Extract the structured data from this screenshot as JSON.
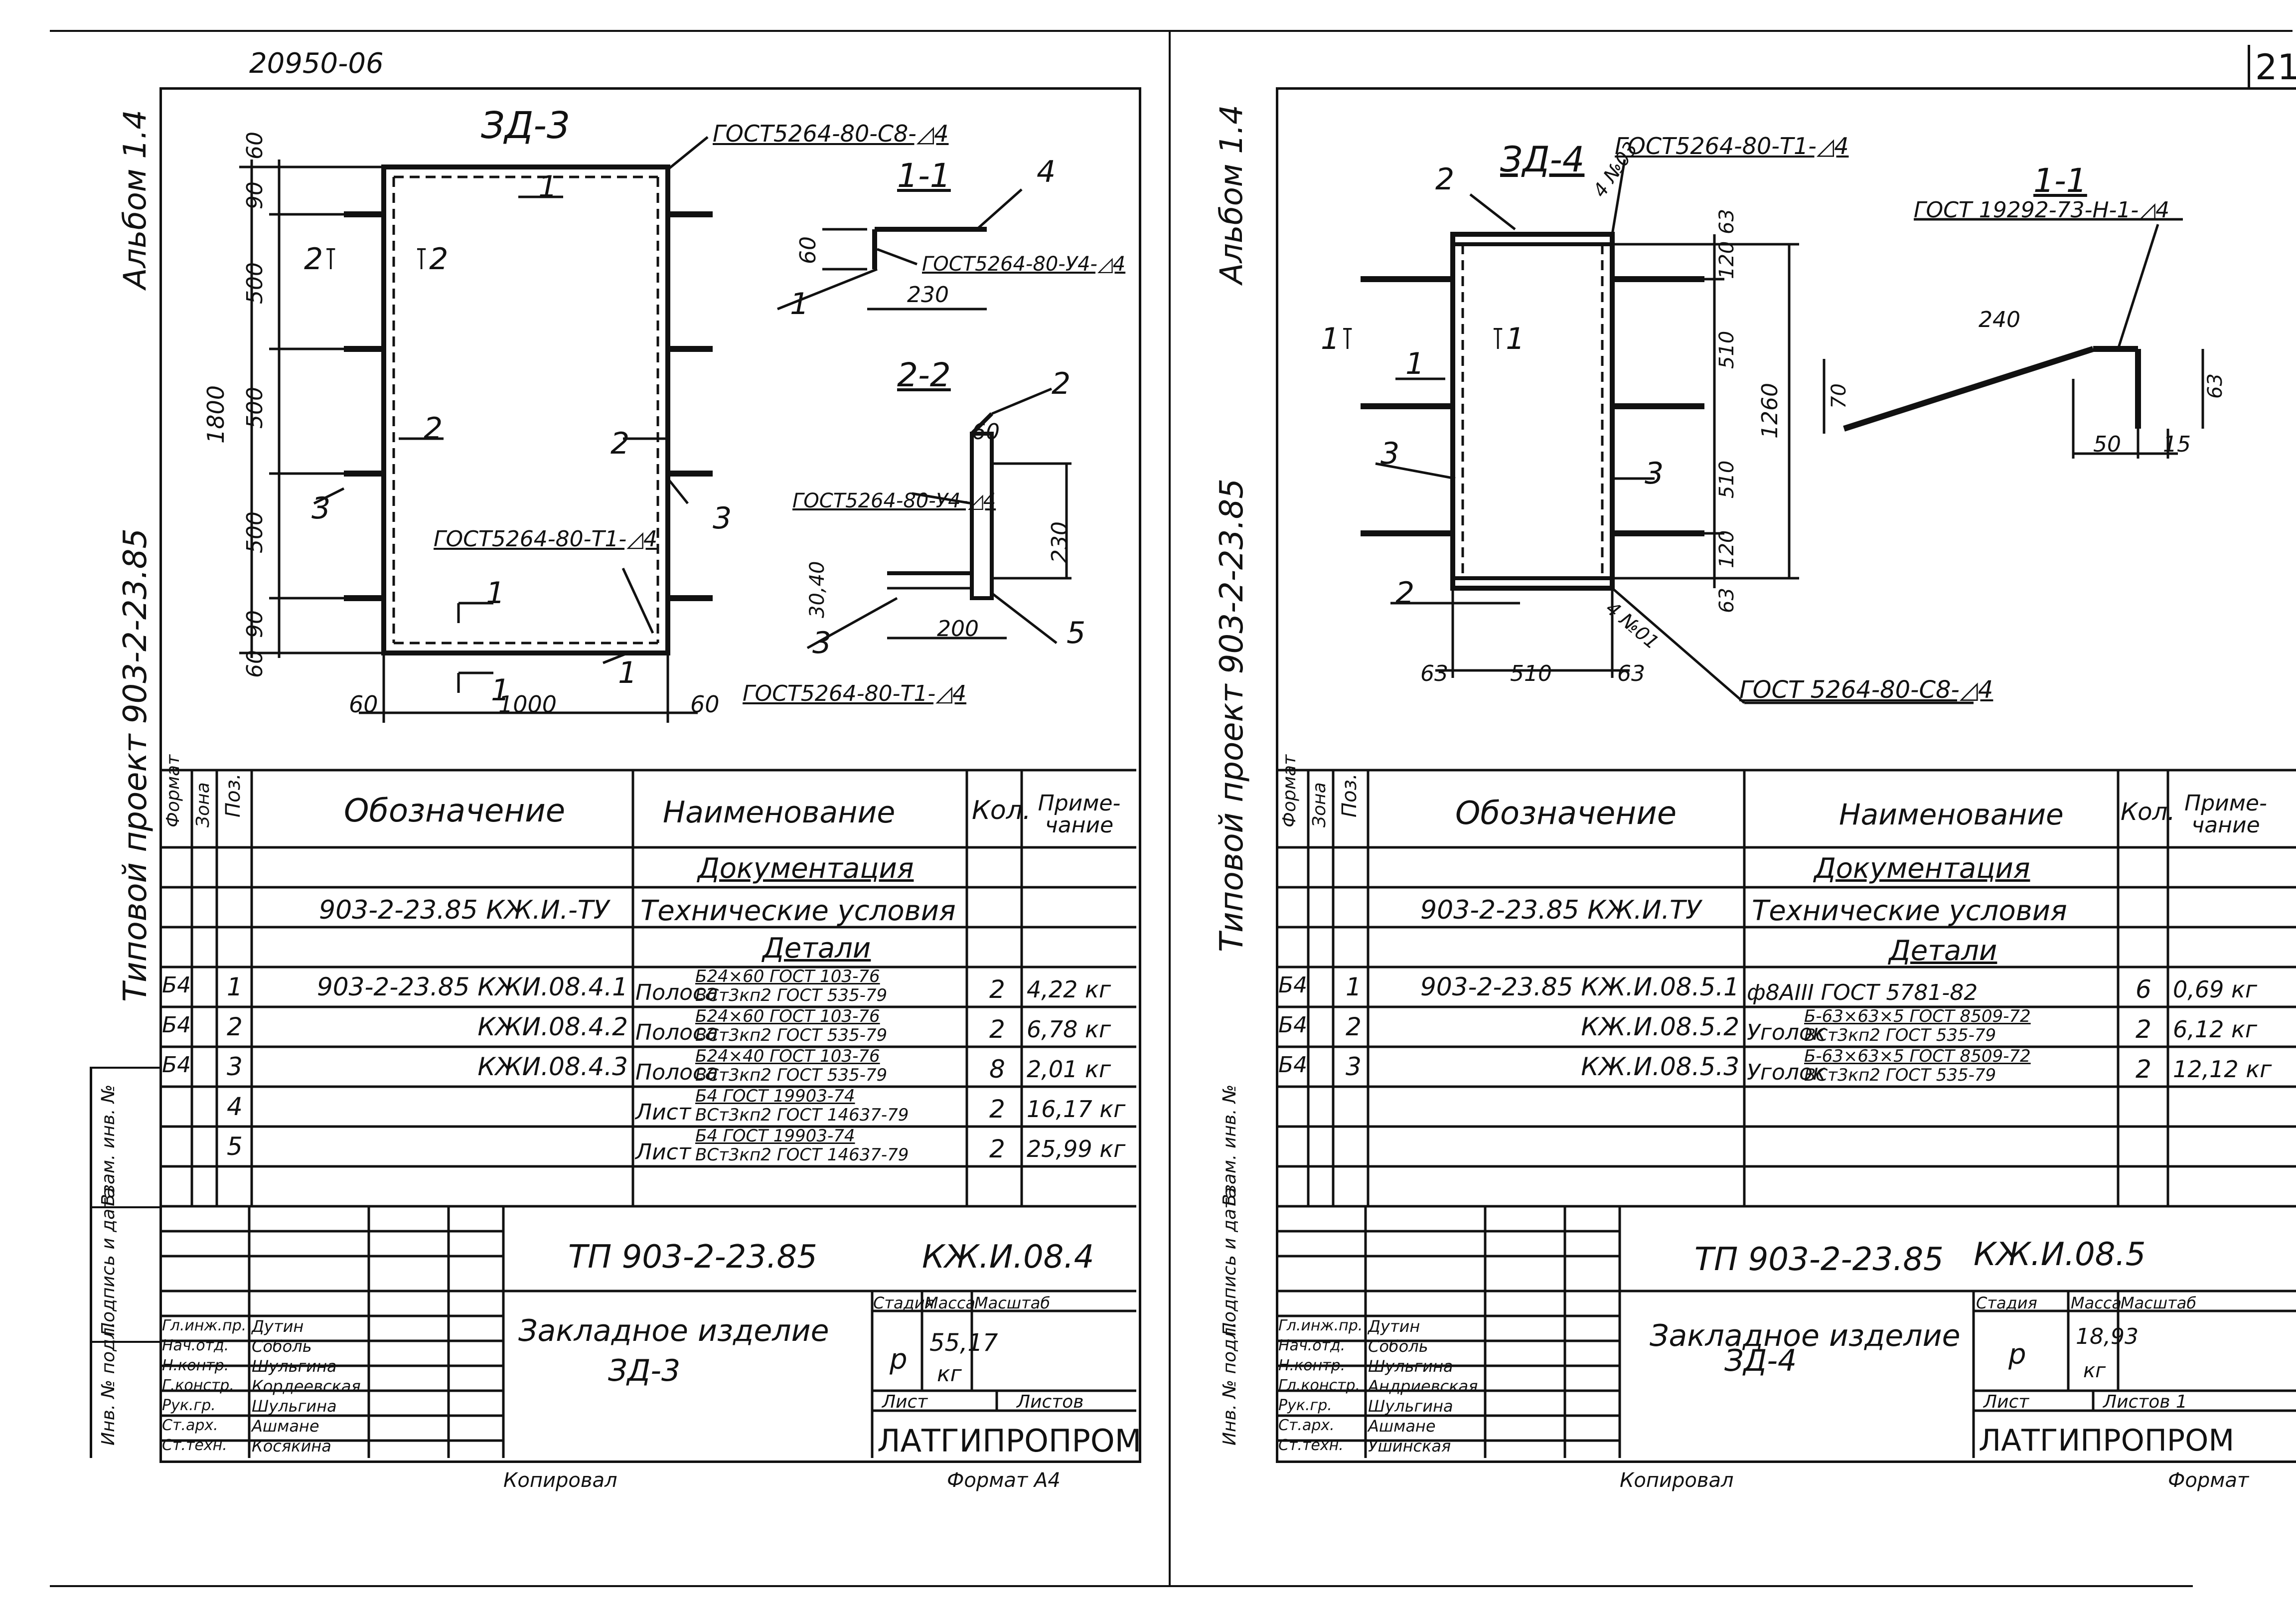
{
  "doc_number": "20950-06",
  "page_number": "21",
  "left": {
    "margin_album": "Альбом 1.4",
    "margin_project": "Типовой проект 903-2-23.85",
    "margin_inv": "Инв. № подл.",
    "margin_sign": "Подпись и дата",
    "margin_vzam": "Взам. инв. №",
    "drawing": {
      "title": "ЗД-3",
      "gost_top": "ГОСТ5264-80-С8-◿4",
      "gost_mid": "ГОСТ5264-80-Т1-◿4",
      "gost_11": "ГОСТ5264-80-У4-◿4",
      "gost_22": "ГОСТ5264-80-У4-◿4",
      "gost_22b": "ГОСТ5264-80-Т1-◿4",
      "sec11": "1-1",
      "sec22": "2-2",
      "mark_2": "2",
      "mark_1": "1",
      "dims_v": [
        "60",
        "90",
        "500",
        "500",
        "500",
        "90",
        "60"
      ],
      "dim_total": "1800",
      "dims_h": [
        "60",
        "1000",
        "60"
      ],
      "d11_60": "60",
      "d11_230": "230",
      "d22_60": "60",
      "d22_3040": "30,40",
      "d22_230": "230",
      "d22_200": "200",
      "pos": [
        "1",
        "2",
        "3",
        "4",
        "5"
      ]
    },
    "table": {
      "headers": [
        "Формат",
        "Зона",
        "Поз.",
        "Обозначение",
        "Наименование",
        "Кол.",
        "Приме-чание"
      ],
      "section_doc": "Документация",
      "doc_row": {
        "designation": "903-2-23.85 КЖ.И.-ТУ",
        "name": "Технические условия"
      },
      "section_parts": "Детали",
      "rows": [
        {
          "format": "Б4",
          "pos": "1",
          "designation": "903-2-23.85 КЖИ.08.4.1",
          "name": "Полоса",
          "spec_top": "Б24×60 ГОСТ 103-76",
          "spec_bot": "ВСт3кп2 ГОСТ 535-79",
          "qty": "2",
          "note": "4,22 кг"
        },
        {
          "format": "Б4",
          "pos": "2",
          "designation": "КЖИ.08.4.2",
          "name": "Полоса",
          "spec_top": "Б24×60 ГОСТ 103-76",
          "spec_bot": "ВСт3кп2 ГОСТ 535-79",
          "qty": "2",
          "note": "6,78 кг"
        },
        {
          "format": "Б4",
          "pos": "3",
          "designation": "КЖИ.08.4.3",
          "name": "Полоса",
          "spec_top": "Б24×40 ГОСТ 103-76",
          "spec_bot": "ВСт3кп2 ГОСТ 535-79",
          "qty": "8",
          "note": "2,01 кг"
        },
        {
          "format": "",
          "pos": "4",
          "designation": "",
          "name": "Лист",
          "spec_top": "Б4 ГОСТ 19903-74",
          "spec_bot": "ВСт3кп2 ГОСТ 14637-79",
          "qty": "2",
          "note": "16,17 кг"
        },
        {
          "format": "",
          "pos": "5",
          "designation": "",
          "name": "Лист",
          "spec_top": "Б4 ГОСТ 19903-74",
          "spec_bot": "ВСт3кп2 ГОСТ 14637-79",
          "qty": "2",
          "note": "25,99 кг"
        }
      ]
    },
    "stamp": {
      "code": "ТП 903-2-23.85",
      "mark": "КЖ.И.08.4",
      "title1": "Закладное изделие",
      "title2": "ЗД-3",
      "stage_h": "Стадия",
      "mass_h": "Масса",
      "scale_h": "Масштаб",
      "stage": "р",
      "mass": "55,17",
      "mass_unit": "кг",
      "sheet_h": "Лист",
      "sheets_h": "Листов",
      "org": "ЛАТГИПРОПРОМ",
      "copied": "Копировал",
      "format": "Формат А4",
      "people": [
        [
          "Гл.инж.пр.",
          "Дутин"
        ],
        [
          "Нач.отд.",
          "Соболь"
        ],
        [
          "Н.контр.",
          "Шульгина"
        ],
        [
          "Г.констр.",
          "Кордеевская"
        ],
        [
          "Рук.гр.",
          "Шульгина"
        ],
        [
          "Ст.арх.",
          "Ашмане"
        ],
        [
          "Ст.техн.",
          "Косякина"
        ]
      ]
    }
  },
  "right": {
    "margin_album": "Альбом 1.4",
    "margin_project": "Типовой проект 903-2-23.85",
    "margin_inv": "Инв. № подл.",
    "margin_sign": "Подпись и дата",
    "margin_vzam": "Взам. инв. №",
    "drawing": {
      "title": "ЗД-4",
      "gost_top": "ГОСТ5264-80-Т1-◿4",
      "gost_bot": "ГОСТ 5264-80-С8-◿4",
      "gost_11": "ГОСТ 19292-73-Н-1-◿4",
      "sec11": "1-1",
      "n03": "4 №03",
      "n01": "4 №01",
      "mark_1": "1",
      "dims_v": [
        "63",
        "120",
        "510",
        "510",
        "120",
        "63"
      ],
      "dim_total": "1260",
      "dims_h": [
        "63",
        "510",
        "63"
      ],
      "d11_240": "240",
      "d11_70": "70",
      "d11_63": "63",
      "d11_50": "50",
      "d11_15": "15",
      "pos": [
        "1",
        "2",
        "3"
      ]
    },
    "table": {
      "headers": [
        "Формат",
        "Зона",
        "Поз.",
        "Обозначение",
        "Наименование",
        "Кол.",
        "Приме-чание"
      ],
      "section_doc": "Документация",
      "doc_row": {
        "designation": "903-2-23.85 КЖ.И.ТУ",
        "name": "Технические условия"
      },
      "section_parts": "Детали",
      "rows": [
        {
          "format": "Б4",
          "pos": "1",
          "designation": "903-2-23.85 КЖ.И.08.5.1",
          "name": "ф8АIII ГОСТ 5781-82",
          "spec_top": "",
          "spec_bot": "",
          "qty": "6",
          "note": "0,69 кг"
        },
        {
          "format": "Б4",
          "pos": "2",
          "designation": "КЖ.И.08.5.2",
          "name": "Уголок",
          "spec_top": "Б-63×63×5 ГОСТ 8509-72",
          "spec_bot": "ВСт3кп2 ГОСТ 535-79",
          "qty": "2",
          "note": "6,12 кг"
        },
        {
          "format": "Б4",
          "pos": "3",
          "designation": "КЖ.И.08.5.3",
          "name": "Уголок",
          "spec_top": "Б-63×63×5 ГОСТ 8509-72",
          "spec_bot": "ВСт3кп2 ГОСТ 535-79",
          "qty": "2",
          "note": "12,12 кг"
        }
      ]
    },
    "stamp": {
      "code": "ТП 903-2-23.85",
      "mark": "КЖ.И.08.5",
      "title1": "Закладное изделие",
      "title2": "ЗД-4",
      "stage_h": "Стадия",
      "mass_h": "Масса",
      "scale_h": "Масштаб",
      "stage": "р",
      "mass": "18,93",
      "mass_unit": "кг",
      "sheet_h": "Лист",
      "sheets_h": "Листов 1",
      "org": "ЛАТГИПРОПРОМ",
      "copied": "Копировал",
      "format": "Формат",
      "people": [
        [
          "Гл.инж.пр.",
          "Дутин"
        ],
        [
          "Нач.отд.",
          "Соболь"
        ],
        [
          "Н.контр.",
          "Шульгина"
        ],
        [
          "Гл.констр.",
          "Андриевская"
        ],
        [
          "Рук.гр.",
          "Шульгина"
        ],
        [
          "Ст.арх.",
          "Ашмане"
        ],
        [
          "Ст.техн.",
          "Ушинская"
        ]
      ]
    }
  }
}
